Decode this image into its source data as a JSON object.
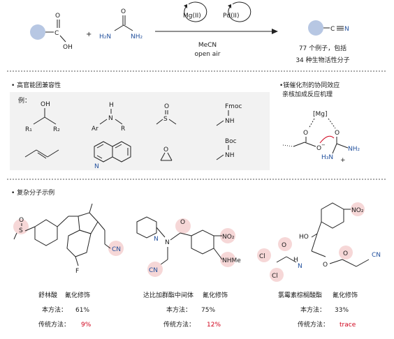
{
  "reaction": {
    "left_reagent_o_top": "O",
    "left_reagent_oh": "OH",
    "left_reagent_c": "C",
    "plus": "+",
    "urea_o": "O",
    "urea_left_nh2": "H₂N",
    "urea_right_nh2": "NH₂",
    "catalyst_1": "Mg(II)",
    "catalyst_2": "Pd(II)",
    "solvent": "MeCN",
    "conditions": "open air",
    "product_c": "C",
    "product_n": "N",
    "summary_line1": "77 个例子，包括",
    "summary_line2": "34 种生物活性分子"
  },
  "tolerance": {
    "heading": "• 高官能团兼容性",
    "example_label": "例：",
    "groups": [
      {
        "oh": "OH",
        "r1": "R₁",
        "r2": "R₂"
      },
      {
        "h": "H",
        "n": "N",
        "ar": "Ar",
        "r": "R"
      },
      {
        "o": "O",
        "s": "S"
      },
      {
        "pg": "Fmoc",
        "nh": "NH"
      },
      {
        "n": "N"
      },
      {
        "o": "O"
      },
      {
        "pg": "Boc",
        "nh": "NH"
      }
    ]
  },
  "mechanism": {
    "heading_line1": "•镁催化剂的协同效应",
    "heading_line2": "亲核加成反应机理",
    "mg": "[Mg]",
    "o1": "O",
    "o2": "O",
    "o3": "O",
    "minus": "−",
    "nh2": "NH₂",
    "h3n": "H₃N",
    "plus": "+"
  },
  "examples": {
    "heading": "• 复杂分子示例",
    "items": [
      {
        "name": "舒林酸",
        "tag": "氰化修饰",
        "this_label": "本方法：",
        "this_value": "61%",
        "trad_label": "传统方法：",
        "trad_value": "9%",
        "atoms": {
          "s": "S",
          "o": "O",
          "f": "F",
          "cn": "CN"
        }
      },
      {
        "name": "达比加群酯中间体",
        "tag": "氰化修饰",
        "this_label": "本方法：",
        "this_value": "75%",
        "trad_label": "传统方法：",
        "trad_value": "12%",
        "atoms": {
          "o": "O",
          "n_py": "N",
          "n_amide": "N",
          "no2": "NO₂",
          "nhme": "NHMe",
          "cn": "CN"
        }
      },
      {
        "name": "氯霉素棕榈酸酯",
        "tag": "氰化修饰",
        "this_label": "本方法：",
        "this_value": "33%",
        "trad_label": "传统方法：",
        "trad_value": "trace",
        "atoms": {
          "no2": "NO₂",
          "ho": "HO",
          "cl1": "Cl",
          "cl2": "Cl",
          "o_amide": "O",
          "h": "H",
          "n": "N",
          "o_ester": "O",
          "o_ester2": "O",
          "cn": "CN"
        }
      }
    ]
  },
  "colors": {
    "substrate_ball": "#b7c7e3",
    "highlight": "#f6d7d7",
    "accent_blue": "#1f4e9c",
    "accent_red": "#d0021b",
    "panel_bg": "#f2f2f2"
  }
}
